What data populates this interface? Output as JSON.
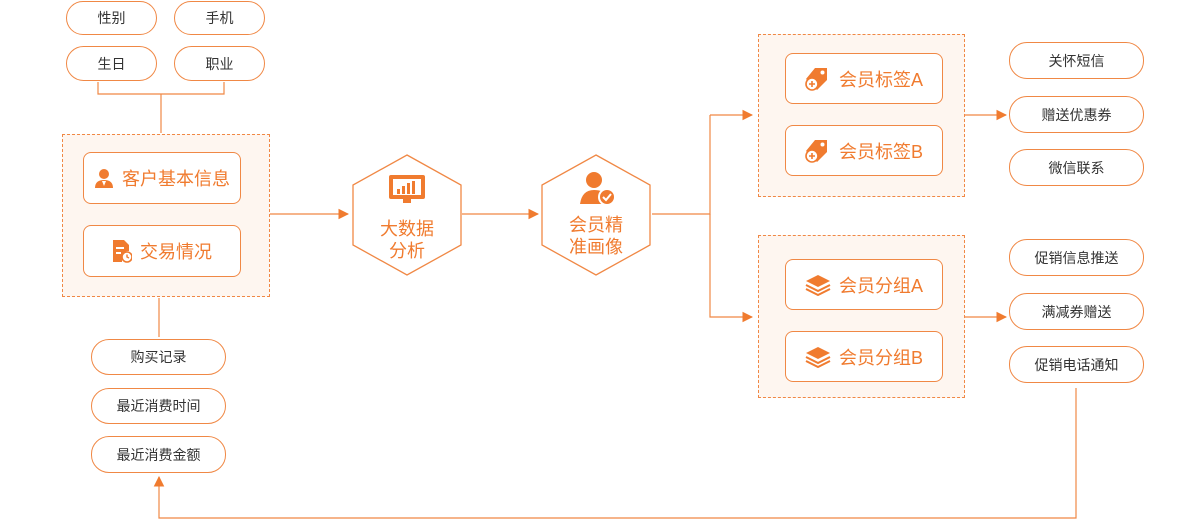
{
  "profile_tags": [
    "性别",
    "手机",
    "生日",
    "职业"
  ],
  "source": {
    "basic_info": "客户基本信息",
    "transactions": "交易情况"
  },
  "purchase_tags": [
    "购买记录",
    "最近消费时间",
    "最近消费金额"
  ],
  "analysis": "大数据分析",
  "analysis_lines": [
    "大数据",
    "分析"
  ],
  "portrait": "会员精准画像",
  "portrait_lines": [
    "会员精",
    "准画像"
  ],
  "member_tags": [
    "会员标签A",
    "会员标签B"
  ],
  "member_groups": [
    "会员分组A",
    "会员分组B"
  ],
  "tag_actions": [
    "关怀短信",
    "赠送优惠券",
    "微信联系"
  ],
  "group_actions": [
    "促销信息推送",
    "满减券赠送",
    "促销电话通知"
  ],
  "colors": {
    "accent": "#f07b2f",
    "border": "#f08845",
    "group_bg": "#fef6f0"
  },
  "icons": [
    "user-icon",
    "document-clock-icon",
    "bar-chart-icon",
    "verified-user-icon",
    "tag-add-icon",
    "layers-icon",
    "arrow-icon"
  ]
}
